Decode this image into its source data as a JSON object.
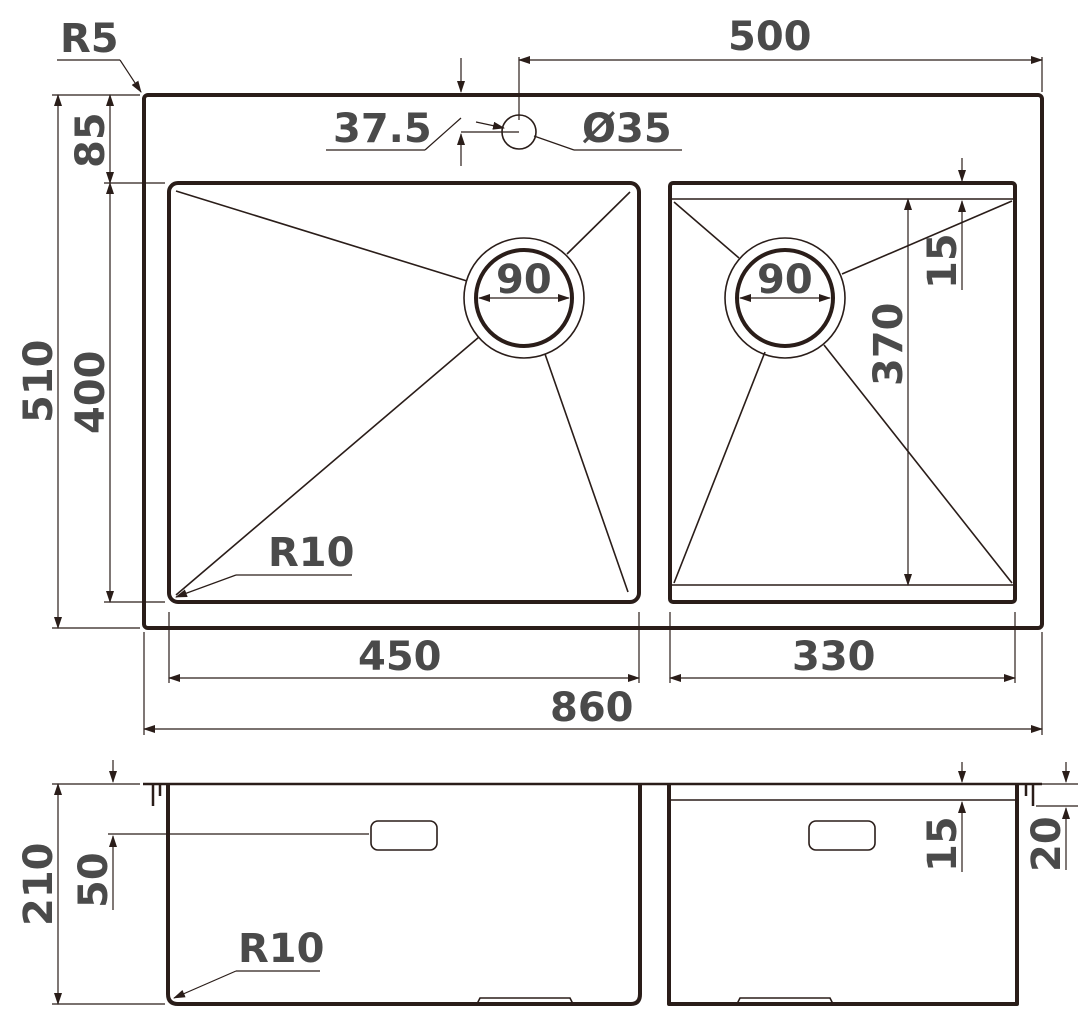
{
  "plan_view": {
    "corner_radius_outer": "R5",
    "faucet_offset_width": "500",
    "faucet_offset_depth": "37.5",
    "faucet_hole_diameter": "Ø35",
    "top_to_bowl": "85",
    "total_depth": "510",
    "bowl_depth_left": "400",
    "left_drain": "90",
    "right_drain": "90",
    "right_bowl_depth": "370",
    "right_ledge": "15",
    "inner_corner_radius": "R10",
    "left_bowl_width": "450",
    "right_bowl_width": "330",
    "total_width": "860"
  },
  "side_view": {
    "total_height": "210",
    "overflow_height": "50",
    "inner_corner_radius": "R10",
    "right_ledge": "15",
    "flange_height": "20"
  }
}
